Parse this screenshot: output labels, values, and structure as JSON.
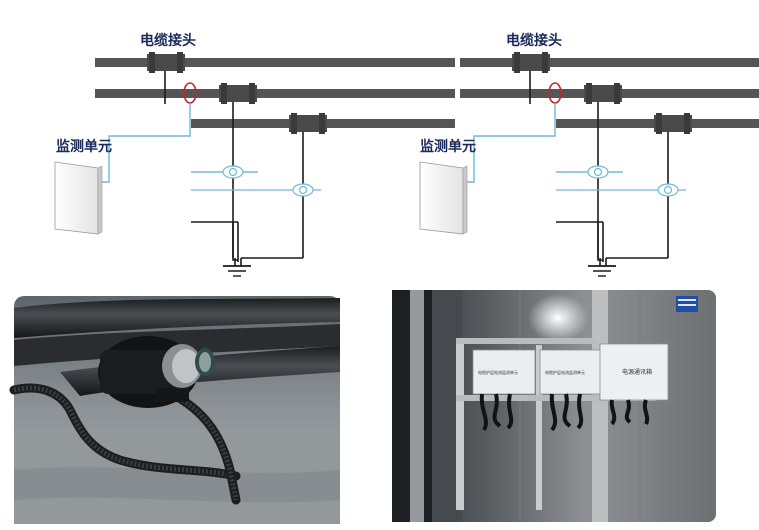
{
  "left_diagram": {
    "joint_label": "电缆接头",
    "monitor_label": "监测单元"
  },
  "right_diagram": {
    "joint_label": "电缆接头",
    "monitor_label": "监测单元"
  },
  "photo_right": {
    "box_label_1": "电缆护层电流监测单元",
    "box_label_2": "电缆护层电流监测单元",
    "box_label_3": "电源通讯箱"
  },
  "colors": {
    "cable": "#555555",
    "joint": "#4a4a4a",
    "signal_line": "#6fb8d8",
    "sensor_ring": "#c0282a",
    "label": "#1a2a5a"
  }
}
